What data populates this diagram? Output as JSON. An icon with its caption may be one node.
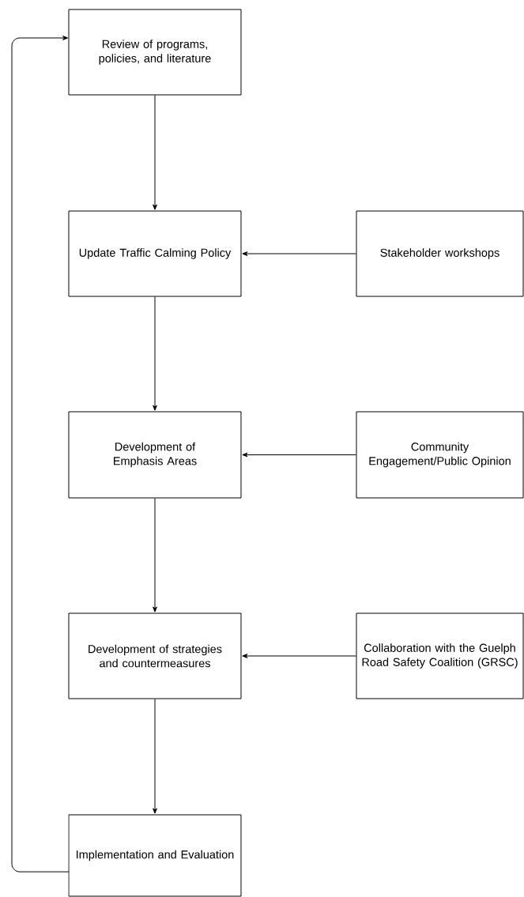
{
  "diagram": {
    "nodes": [
      {
        "text": [
          "Review of programs, policies, and literature"
        ]
      },
      {
        "text": [
          "Update Traffic Calming Policy"
        ]
      },
      {
        "text": [
          "Stakeholder workshops"
        ]
      },
      {
        "text": [
          "Development of Emphasis Areas"
        ]
      },
      {
        "text": [
          "Community Engagement/Public Opinion"
        ]
      },
      {
        "text": [
          "Development of strategies and countermeasures"
        ]
      },
      {
        "text": [
          "Collaboration with the Guelph Road Safety Coalition (GRSC)"
        ]
      },
      {
        "text": [
          "Implementation and Evaluation"
        ]
      }
    ],
    "edges": [
      {
        "from": 0,
        "to": 1,
        "arrow": "to"
      },
      {
        "from": 2,
        "to": 1,
        "arrow": "to"
      },
      {
        "from": 1,
        "to": 3,
        "arrow": "to"
      },
      {
        "from": 4,
        "to": 3,
        "arrow": "to"
      },
      {
        "from": 3,
        "to": 5,
        "arrow": "to"
      },
      {
        "from": 6,
        "to": 5,
        "arrow": "to"
      },
      {
        "from": 5,
        "to": 7,
        "arrow": "to"
      },
      {
        "from": 7,
        "to": 0,
        "arrow": "to"
      }
    ]
  }
}
